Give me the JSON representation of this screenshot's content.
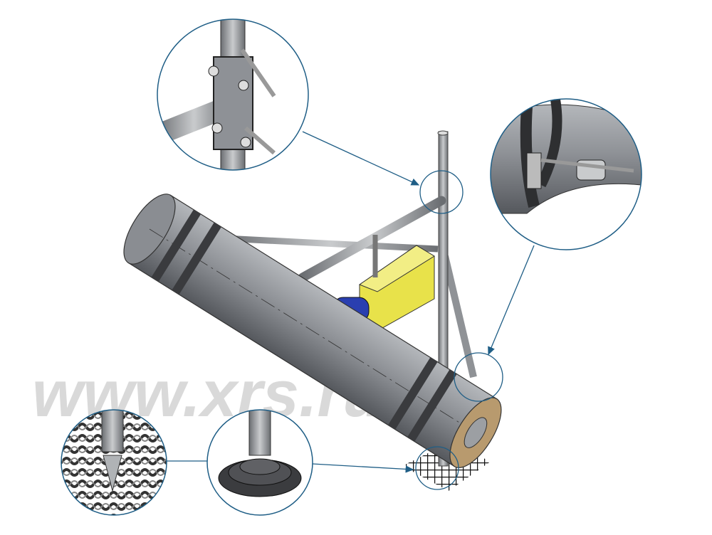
{
  "watermark": "www.xrs.ru",
  "colors": {
    "pipe": "#8e9196",
    "pipe_dark": "#5d6065",
    "band": "#3a3b3e",
    "insulation_end": "#b89a6e",
    "box": "#e8e24a",
    "motor": "#2a3fb0",
    "callout": "#1f5e86"
  },
  "callouts": [
    {
      "name": "pole-clamp-detail"
    },
    {
      "name": "pipe-strap-clamp-detail"
    },
    {
      "name": "mesh-spike-foot-detail"
    },
    {
      "name": "disc-foot-detail"
    }
  ]
}
